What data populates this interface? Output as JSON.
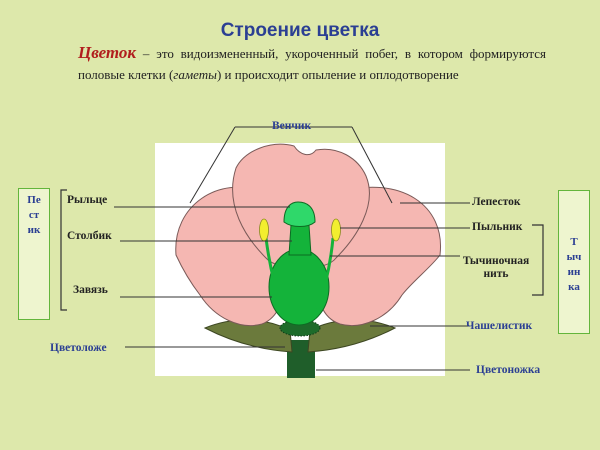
{
  "title": "Строение цветка",
  "definition": {
    "term": "Цветок",
    "dash": " – ",
    "text1": "это видоизмененный, укороченный побег, в котором формируются половые клетки (",
    "italic": "гаметы",
    "text2": ") и происходит опыление и оплодотворение"
  },
  "labels": {
    "corolla": "Венчик",
    "stigma": "Рыльце",
    "style": "Столбик",
    "ovary": "Завязь",
    "receptacle": "Цветоложе",
    "petal": "Лепесток",
    "anther": "Пыльник",
    "filament_line1": "Тычиночная",
    "filament_line2": "нить",
    "sepal": "Чашелистик",
    "peduncle": "Цветоножка"
  },
  "pistil_box": [
    "Пе",
    "ст",
    "ик"
  ],
  "stamen_box": [
    "Т",
    "ыч",
    "ин",
    "ка"
  ],
  "colors": {
    "background": "#dde8ab",
    "title": "#2b3f93",
    "term": "#b11e1e",
    "petal": "#f5b7b2",
    "pistil": "#14b33a",
    "sepal": "#6b7a3c",
    "stem": "#1f5e2a",
    "anther": "#f2ee2f",
    "box_border": "#63b53b"
  }
}
